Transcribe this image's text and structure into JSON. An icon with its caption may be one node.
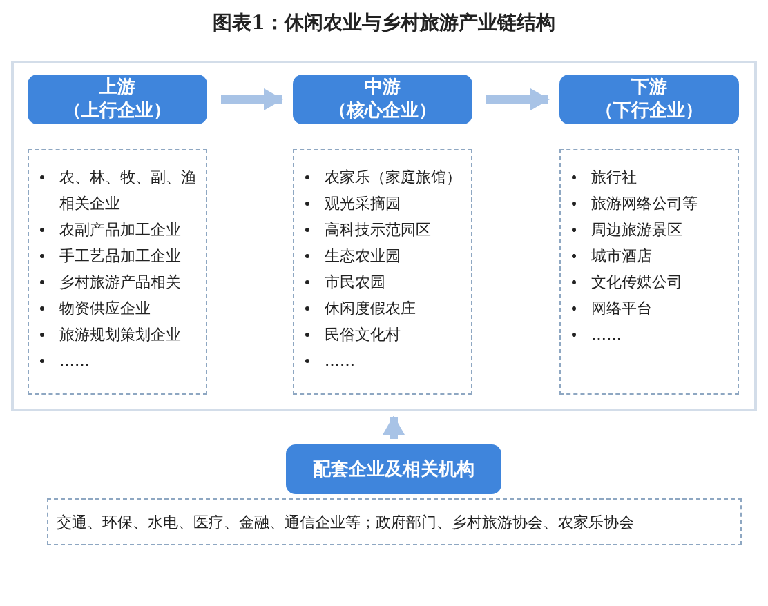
{
  "diagram": {
    "title": "图表1：休闲农业与乡村旅游产业链结构",
    "nodes": [
      {
        "text": [],
        "shape": "box"
      },
      {
        "text": [
          "上游",
          "（上行企业）"
        ],
        "in": 0
      },
      {
        "text": [
          "农、林、牧、副、渔相关企业",
          "农副产品加工企业",
          "手工艺品加工企业",
          "乡村旅游产品相关",
          "物资供应企业",
          "旅游规划策划企业",
          "……"
        ],
        "in": 0
      },
      {
        "text": [
          "中游",
          "（核心企业）"
        ],
        "in": 0
      },
      {
        "text": [
          "农家乐（家庭旅馆）",
          "观光采摘园",
          "高科技示范园区",
          "生态农业园",
          "市民农园",
          "休闲度假农庄",
          "民俗文化村",
          "……"
        ],
        "in": 0
      },
      {
        "text": [
          "下游",
          "（下行企业）"
        ],
        "in": 0
      },
      {
        "text": [
          "旅行社",
          "旅游网络公司等",
          "周边旅游景区",
          "城市酒店",
          "文化传媒公司",
          "网络平台",
          "……"
        ],
        "in": 0
      },
      {
        "text": [
          "配套企业及相关机构"
        ]
      },
      {
        "text": [
          "交通、环保、水电、医疗、金融、通信企业等；政府部门、乡村旅游协会、农家乐协会"
        ]
      }
    ],
    "edges": [
      {
        "from": 1,
        "to": 3,
        "arrow": "to"
      },
      {
        "from": 3,
        "to": 5,
        "arrow": "to"
      },
      {
        "from": 7,
        "to": 0,
        "arrow": "to"
      }
    ]
  }
}
